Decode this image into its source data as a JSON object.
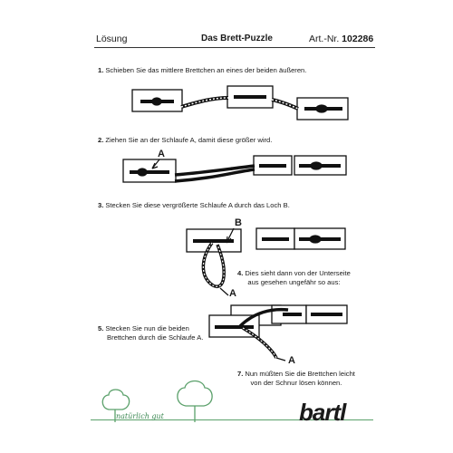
{
  "header": {
    "left": "Lösung",
    "center": "Das Brett-Puzzle",
    "right_label": "Art.-Nr.",
    "right_number": "102286"
  },
  "steps": [
    {
      "num": "1.",
      "text": "Schieben Sie das mittlere Brettchen an eines der beiden äußeren."
    },
    {
      "num": "2.",
      "text": "Ziehen Sie an der Schlaufe A, damit diese größer wird."
    },
    {
      "num": "3.",
      "text": "Stecken Sie diese vergrößerte Schlaufe A durch das Loch B."
    },
    {
      "num": "4.",
      "line1": "Dies sieht dann von der Unterseite",
      "line2": "aus gesehen ungefähr so aus:"
    },
    {
      "num": "5.",
      "line1": "Stecken Sie nun die beiden",
      "line2": "Brettchen durch die Schlaufe A."
    },
    {
      "num": "7.",
      "line1": "Nun müßten Sie die Brettchen leicht",
      "line2": "von der Schnur lösen können."
    }
  ],
  "labels": {
    "a1": "A",
    "b": "B",
    "a2": "A",
    "a3": "A"
  },
  "footer": {
    "slogan": "natürlich gut",
    "brand": "bartl"
  },
  "colors": {
    "ink": "#1a1a1a",
    "footer_green": "#5aa06a",
    "brand_red": "#c8202a"
  }
}
